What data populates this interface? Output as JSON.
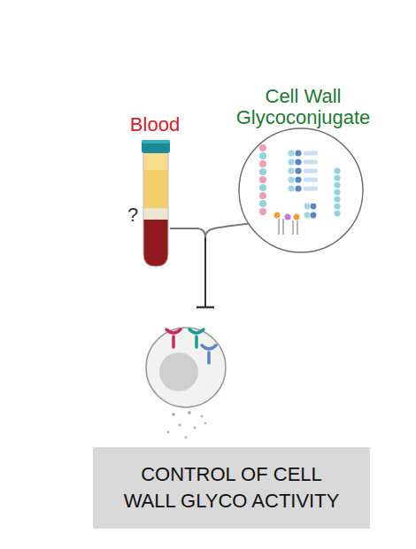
{
  "diagram": {
    "nodes": [
      {
        "text": [
          "Blood"
        ]
      },
      {
        "text": [
          "Cell Wall Glycoconjugate"
        ]
      },
      {
        "text": [
          "CONTROL OF CELL WALL GLYCO ACTIVITY"
        ]
      }
    ],
    "labels": [
      "?"
    ]
  }
}
